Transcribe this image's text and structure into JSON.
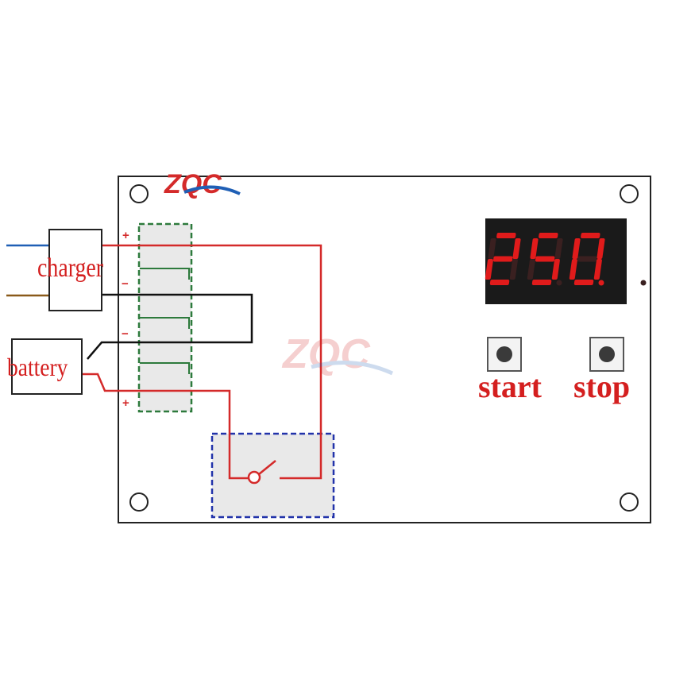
{
  "brand": {
    "logo_text": "ZQC",
    "logo_color": "#d42a2a",
    "logo_accent": "#1f5fb5"
  },
  "labels": {
    "charger": "charger",
    "battery": "battery",
    "start": "start",
    "stop": "stop"
  },
  "terminals": [
    "+",
    "−",
    "−",
    "+"
  ],
  "display": {
    "digits": [
      "2",
      "5",
      "0"
    ],
    "decimal_after_index": 1
  },
  "colors": {
    "wire_red": "#d42a2a",
    "wire_black": "#111111",
    "wire_blue": "#1f5fb5",
    "wire_brown": "#8a5a1a",
    "terminal_block": "#2d7a3c",
    "relay_box": "#2233aa",
    "display_bg": "#1a1a1a",
    "segment_on": "#e01b1b",
    "label_red": "#d41f1f"
  }
}
